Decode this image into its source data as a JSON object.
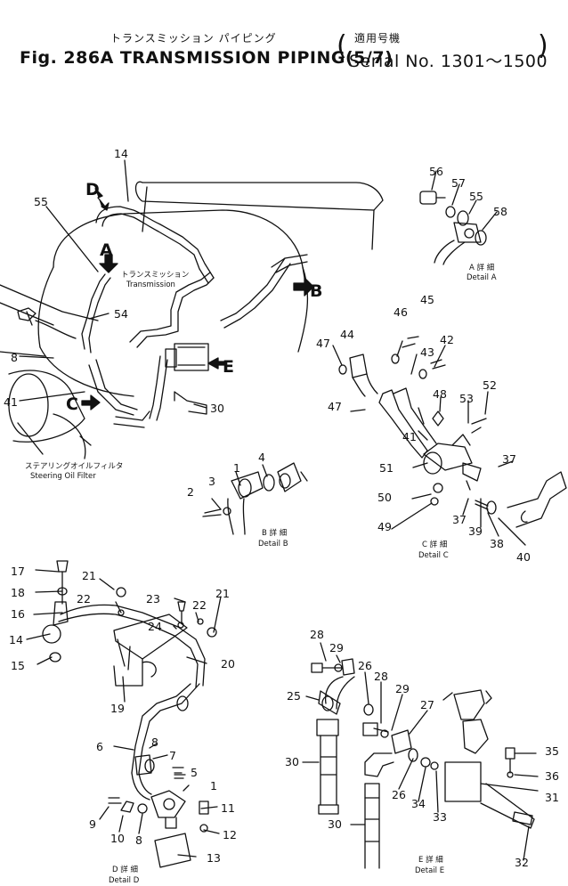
{
  "header": {
    "title_jp": "トランスミッション パイピング",
    "title_en": "Fig. 286A TRANSMISSION PIPING(5/7)",
    "serial_jp": "適用号機",
    "serial_en": "Serial No. 1301～1500"
  },
  "main_view": {
    "transmission_jp": "トランスミッション",
    "transmission_en": "Transmission",
    "steering_filter_jp": "ステアリングオイルフィルタ",
    "steering_filter_en": "Steering Oil Filter",
    "letters": [
      "A",
      "B",
      "C",
      "D",
      "E"
    ],
    "callouts": [
      "14",
      "55",
      "54",
      "8",
      "41",
      "30"
    ]
  },
  "details": {
    "A": {
      "jp": "A 詳 細",
      "en": "Detail A",
      "callouts": [
        "56",
        "57",
        "55",
        "58"
      ]
    },
    "B": {
      "jp": "B 詳 細",
      "en": "Detail B",
      "callouts": [
        "1",
        "4",
        "3",
        "2"
      ]
    },
    "C": {
      "jp": "C 詳 細",
      "en": "Detail C",
      "callouts": [
        "45",
        "46",
        "44",
        "42",
        "43",
        "47",
        "47",
        "48",
        "53",
        "52",
        "41",
        "37",
        "51",
        "50",
        "37",
        "49",
        "39",
        "38",
        "40"
      ]
    },
    "D": {
      "jp": "D 詳 細",
      "en": "Detail D",
      "callouts": [
        "17",
        "21",
        "18",
        "23",
        "22",
        "16",
        "22",
        "21",
        "24",
        "14",
        "20",
        "15",
        "19",
        "6",
        "8",
        "7",
        "5",
        "1",
        "9",
        "11",
        "10",
        "8",
        "12",
        "13"
      ]
    },
    "E": {
      "jp": "E 詳 細",
      "en": "Detail E",
      "callouts": [
        "28",
        "29",
        "26",
        "28",
        "29",
        "25",
        "27",
        "30",
        "35",
        "36",
        "26",
        "34",
        "33",
        "31",
        "30",
        "32"
      ]
    }
  }
}
